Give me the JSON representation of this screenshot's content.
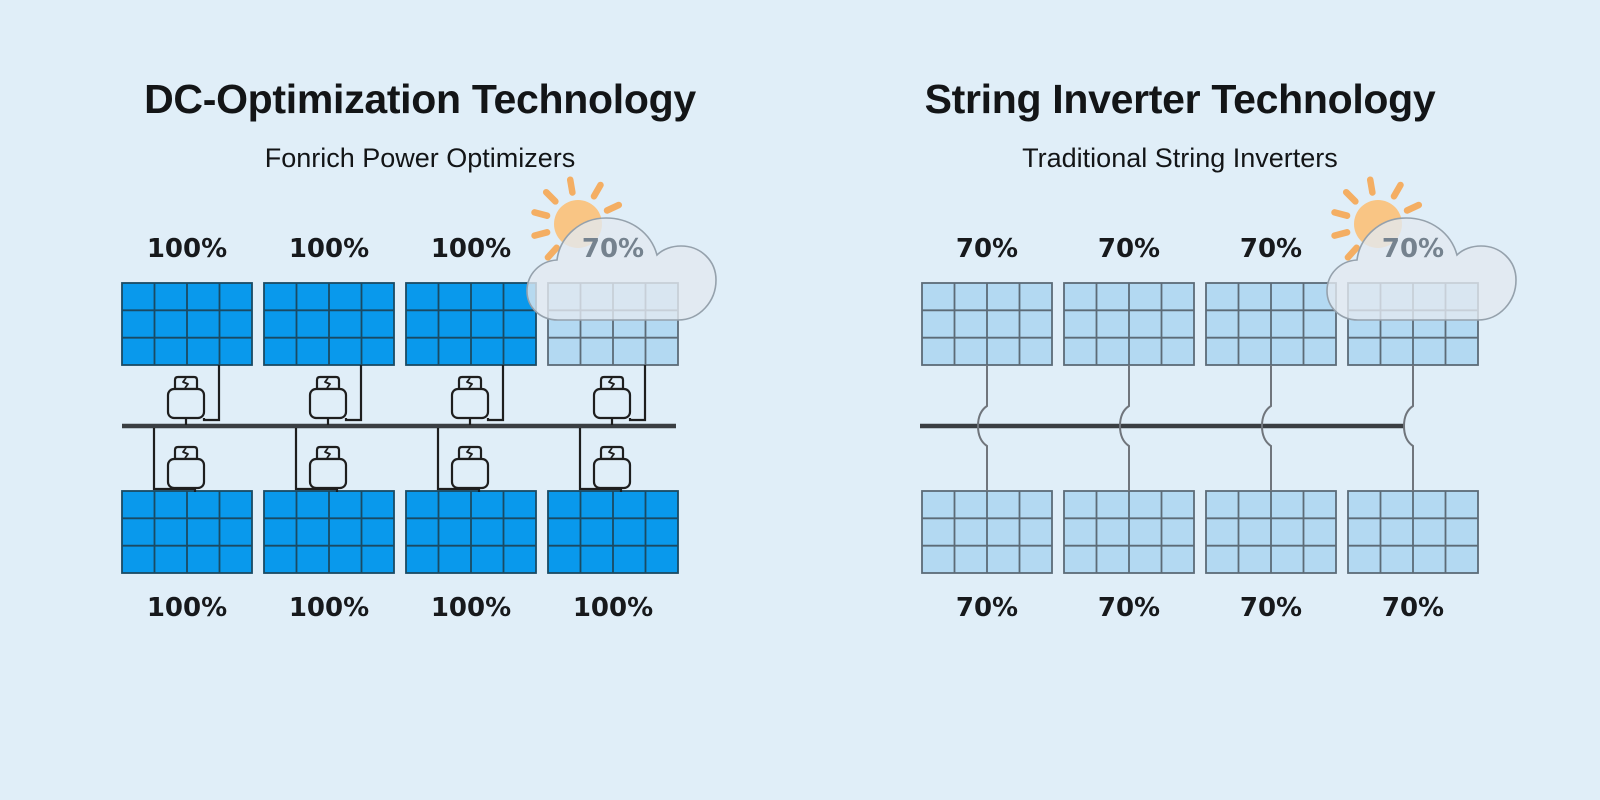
{
  "left_column": {
    "title": "DC-Optimization Technology",
    "subtitle": "Fonrich Power Optimizers",
    "top_labels": [
      "100%",
      "100%",
      "100%",
      "70%"
    ],
    "bottom_labels": [
      "100%",
      "100%",
      "100%",
      "100%"
    ]
  },
  "right_column": {
    "title": "String Inverter Technology",
    "subtitle": "Traditional String Inverters",
    "top_labels": [
      "70%",
      "70%",
      "70%",
      "70%"
    ],
    "bottom_labels": [
      "70%",
      "70%",
      "70%",
      "70%"
    ]
  },
  "icons": {
    "sun": "sun-icon",
    "cloud": "cloud-icon",
    "optimizer": "power-optimizer-icon",
    "panel": "solar-panel"
  },
  "colors": {
    "background": "#E0EEF8",
    "panel_full": "#0999EC",
    "panel_full_grid": "#1A4A63",
    "panel_light": "#B3D9F2",
    "panel_light_grid": "#5C6B77",
    "wire_dark": "#1E1E1E",
    "wire_grey": "#70757C",
    "bus": "#3A3E42",
    "sun": "#F9C584",
    "sun_rays": "#F4AE63",
    "cloud_fill": "#E2E9F0CC",
    "cloud_stroke": "#95A1AC",
    "title": "#131517",
    "label_dark": "#17191C",
    "label_shaded": "#75828E"
  }
}
